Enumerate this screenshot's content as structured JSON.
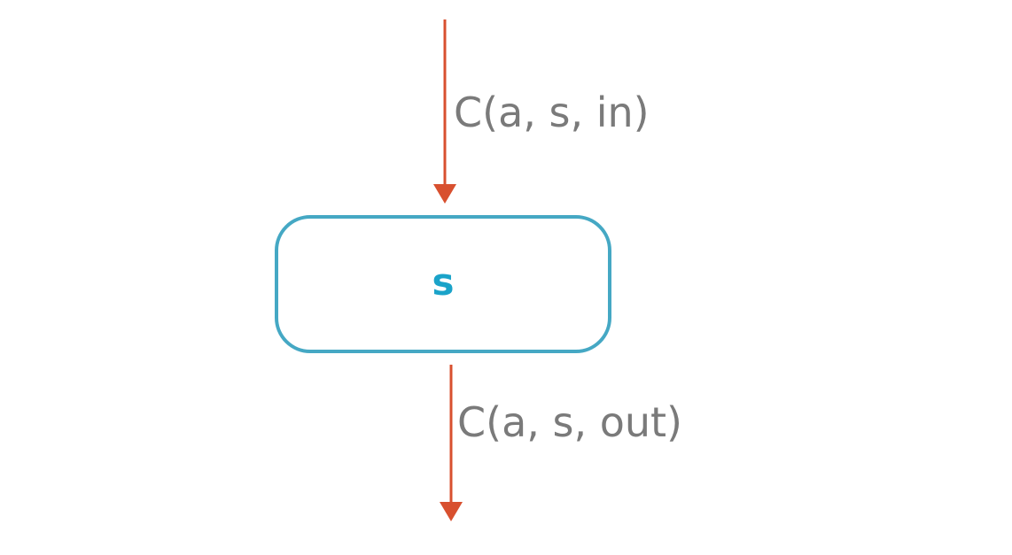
{
  "colors": {
    "arrow": "#d8502f",
    "node_border": "#45a8c4",
    "node_text": "#1aa3c9",
    "label": "#7a7a7a"
  },
  "node": {
    "label": "s"
  },
  "edges": [
    {
      "label": "C(a, s, in)"
    },
    {
      "label": "C(a, s, out)"
    }
  ]
}
